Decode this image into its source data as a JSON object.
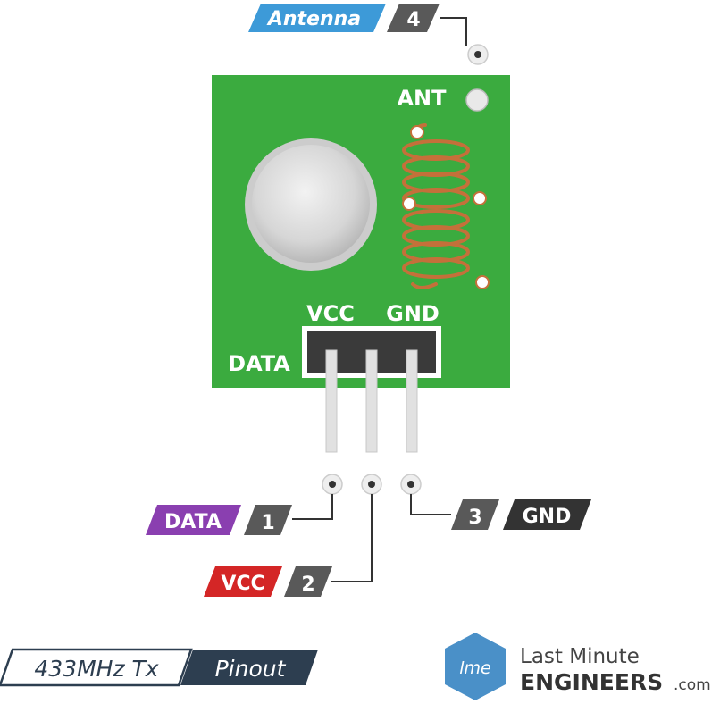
{
  "pins": {
    "antenna": {
      "label": "Antenna",
      "number": "4",
      "color": "#3d9ad8"
    },
    "data": {
      "label": "DATA",
      "number": "1",
      "color": "#8a3fb0"
    },
    "vcc": {
      "label": "VCC",
      "number": "2",
      "color": "#d42626"
    },
    "gnd": {
      "label": "GND",
      "number": "3",
      "color": "#333333"
    }
  },
  "board": {
    "ant_label": "ANT",
    "vcc_label": "VCC",
    "gnd_label": "GND",
    "data_label": "DATA",
    "color": "#3bab3f"
  },
  "title": {
    "part1": "433MHz Tx",
    "part2": "Pinout"
  },
  "brand": {
    "line1": "Last Minute",
    "line2": "ENGINEERS",
    "suffix": ".com",
    "logo_text": "lme"
  },
  "number_box_color": "#595959"
}
